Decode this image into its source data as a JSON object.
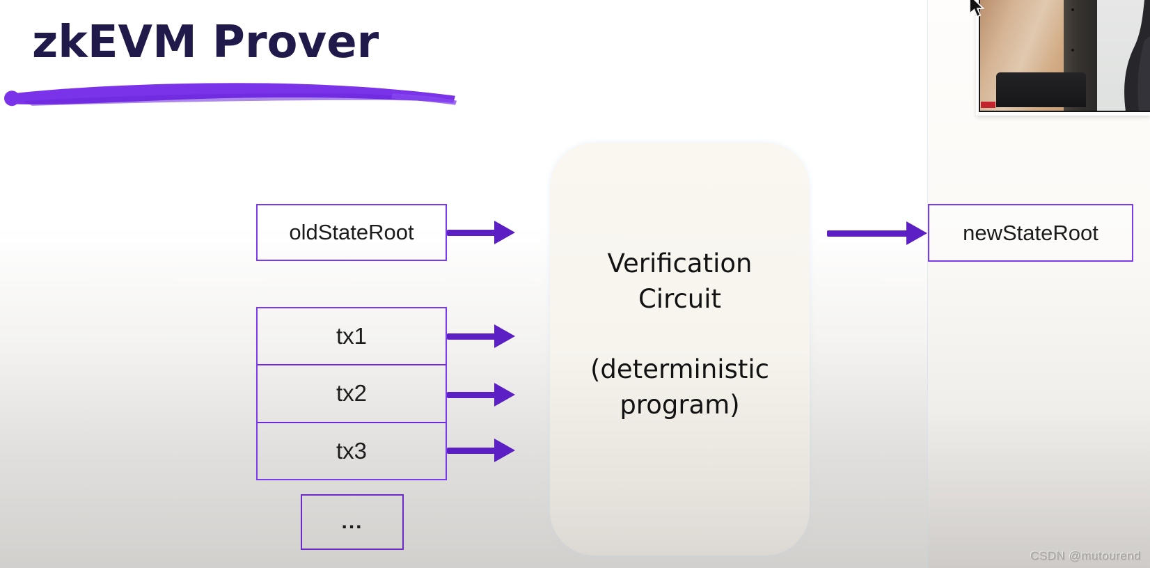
{
  "slide": {
    "title": "zkEVM Prover",
    "diagram": {
      "old_state_root": "oldStateRoot",
      "transactions": [
        "tx1",
        "tx2",
        "tx3"
      ],
      "ellipsis": "...",
      "circuit": {
        "name_line1": "Verification",
        "name_line2": "Circuit",
        "sub_line1": "(deterministic",
        "sub_line2": "program)"
      },
      "new_state_root": "newStateRoot"
    }
  },
  "watermark": "CSDN @mutourend",
  "colors": {
    "title_navy": "#201a4b",
    "accent_border_purple": "#7c3aed",
    "arrow_purple": "#5b1fc4",
    "brush_underline_purple": "#7b33ea",
    "circuit_panel_cream": "#f9f6f0",
    "watermark_gray": "#a8a5a0",
    "webcam_red_strip": "#c2252e"
  }
}
